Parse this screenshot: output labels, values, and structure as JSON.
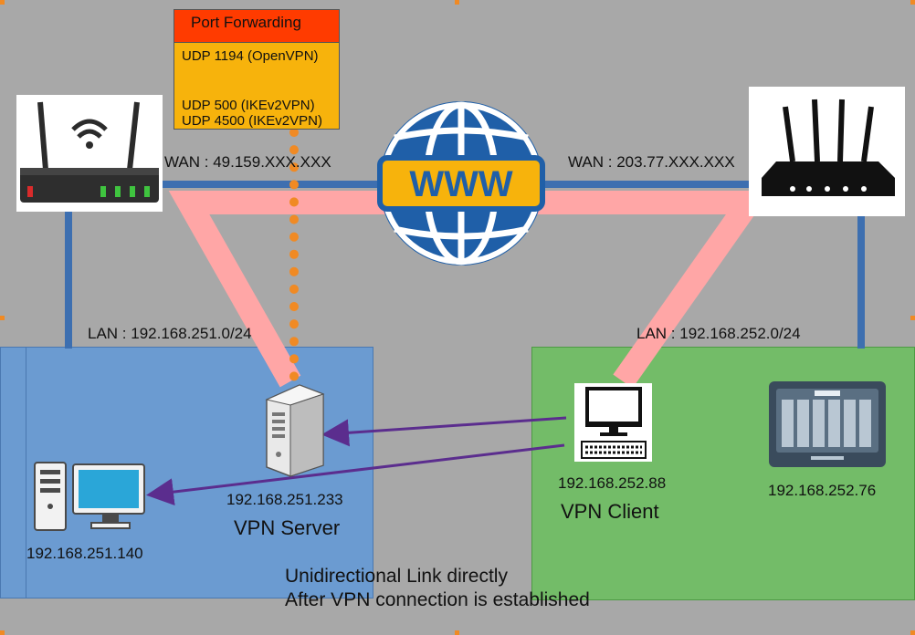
{
  "port_forwarding": {
    "title": "Port Forwarding",
    "rules": [
      "UDP 1194 (OpenVPN)",
      "UDP 500 (IKEv2VPN)",
      "UDP 4500 (IKEv2VPN)"
    ]
  },
  "internet": {
    "label": "WWW"
  },
  "left_site": {
    "wan": "WAN : 49.159.XXX.XXX",
    "lan": "LAN : 192.168.251.0/24",
    "server_ip": "192.168.251.233",
    "server_role": "VPN Server",
    "pc_ip": "192.168.251.140"
  },
  "right_site": {
    "wan": "WAN : 203.77.XXX.XXX",
    "lan": "LAN : 192.168.252.0/24",
    "client_ip": "192.168.252.88",
    "client_role": "VPN Client",
    "nas_ip": "192.168.252.76"
  },
  "note": {
    "line1": "Unidirectional Link directly",
    "line2": "After VPN connection is established"
  },
  "colors": {
    "background": "#a8a8a8",
    "left_lan": "#6b9bd1",
    "right_lan": "#73bc68",
    "wire": "#3d6fb0",
    "tunnel": "#ffa6a6",
    "forward_dots": "#f08a24",
    "link_arrow": "#5b2d8e"
  },
  "icons": [
    "router-icon",
    "router-icon",
    "globe-icon",
    "server-icon",
    "desktop-pc-icon",
    "monitor-keyboard-icon",
    "nas-icon"
  ]
}
